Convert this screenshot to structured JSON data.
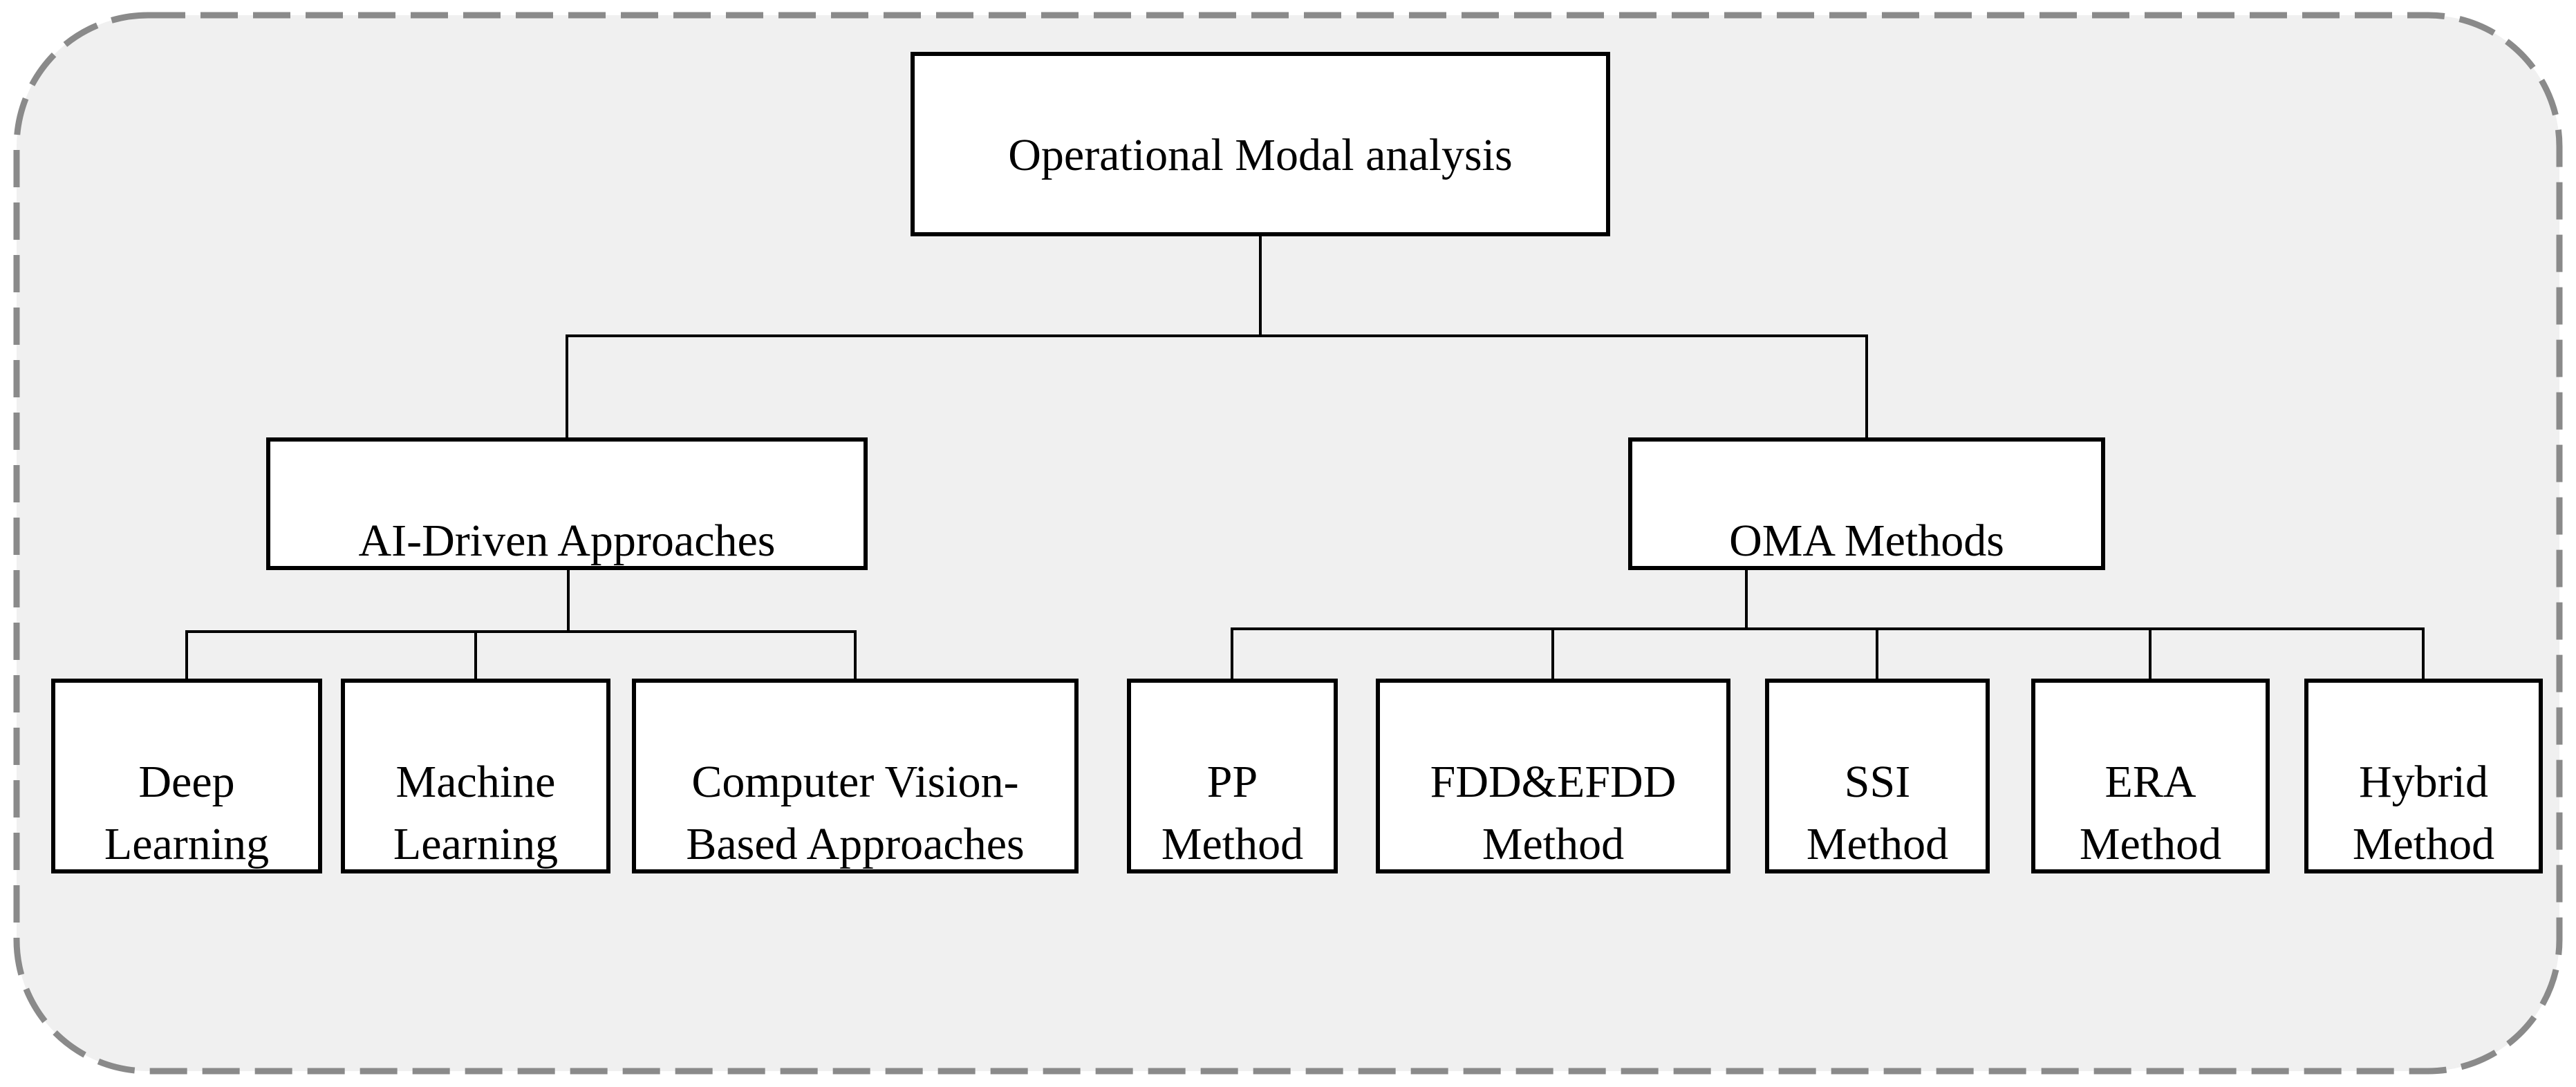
{
  "figure": {
    "type": "hierarchy-diagram",
    "description": "Tree diagram of Operational Modal analysis approaches",
    "colors": {
      "frame_dash": "#8a8a8a",
      "frame_fill": "#f0f0f0",
      "box_border": "#000000",
      "box_fill": "#ffffff",
      "connector": "#000000",
      "text": "#000000"
    },
    "nodes": {
      "root": {
        "label": "Operational Modal analysis"
      },
      "ai": {
        "label": "AI-Driven Approaches"
      },
      "oma": {
        "label": "OMA Methods"
      },
      "deep_learning": {
        "label": "Deep\nLearning"
      },
      "machine_learning": {
        "label": "Machine\nLearning"
      },
      "computer_vision": {
        "label": "Computer Vision-\nBased Approaches"
      },
      "pp": {
        "label": "PP\nMethod"
      },
      "fdd_efdd": {
        "label": "FDD&EFDD\nMethod"
      },
      "ssi": {
        "label": "SSI\nMethod"
      },
      "era": {
        "label": "ERA\nMethod"
      },
      "hybrid": {
        "label": "Hybrid\nMethod"
      }
    },
    "edges": [
      [
        "root",
        "ai"
      ],
      [
        "root",
        "oma"
      ],
      [
        "ai",
        "deep_learning"
      ],
      [
        "ai",
        "machine_learning"
      ],
      [
        "ai",
        "computer_vision"
      ],
      [
        "oma",
        "pp"
      ],
      [
        "oma",
        "fdd_efdd"
      ],
      [
        "oma",
        "ssi"
      ],
      [
        "oma",
        "era"
      ],
      [
        "oma",
        "hybrid"
      ]
    ]
  }
}
